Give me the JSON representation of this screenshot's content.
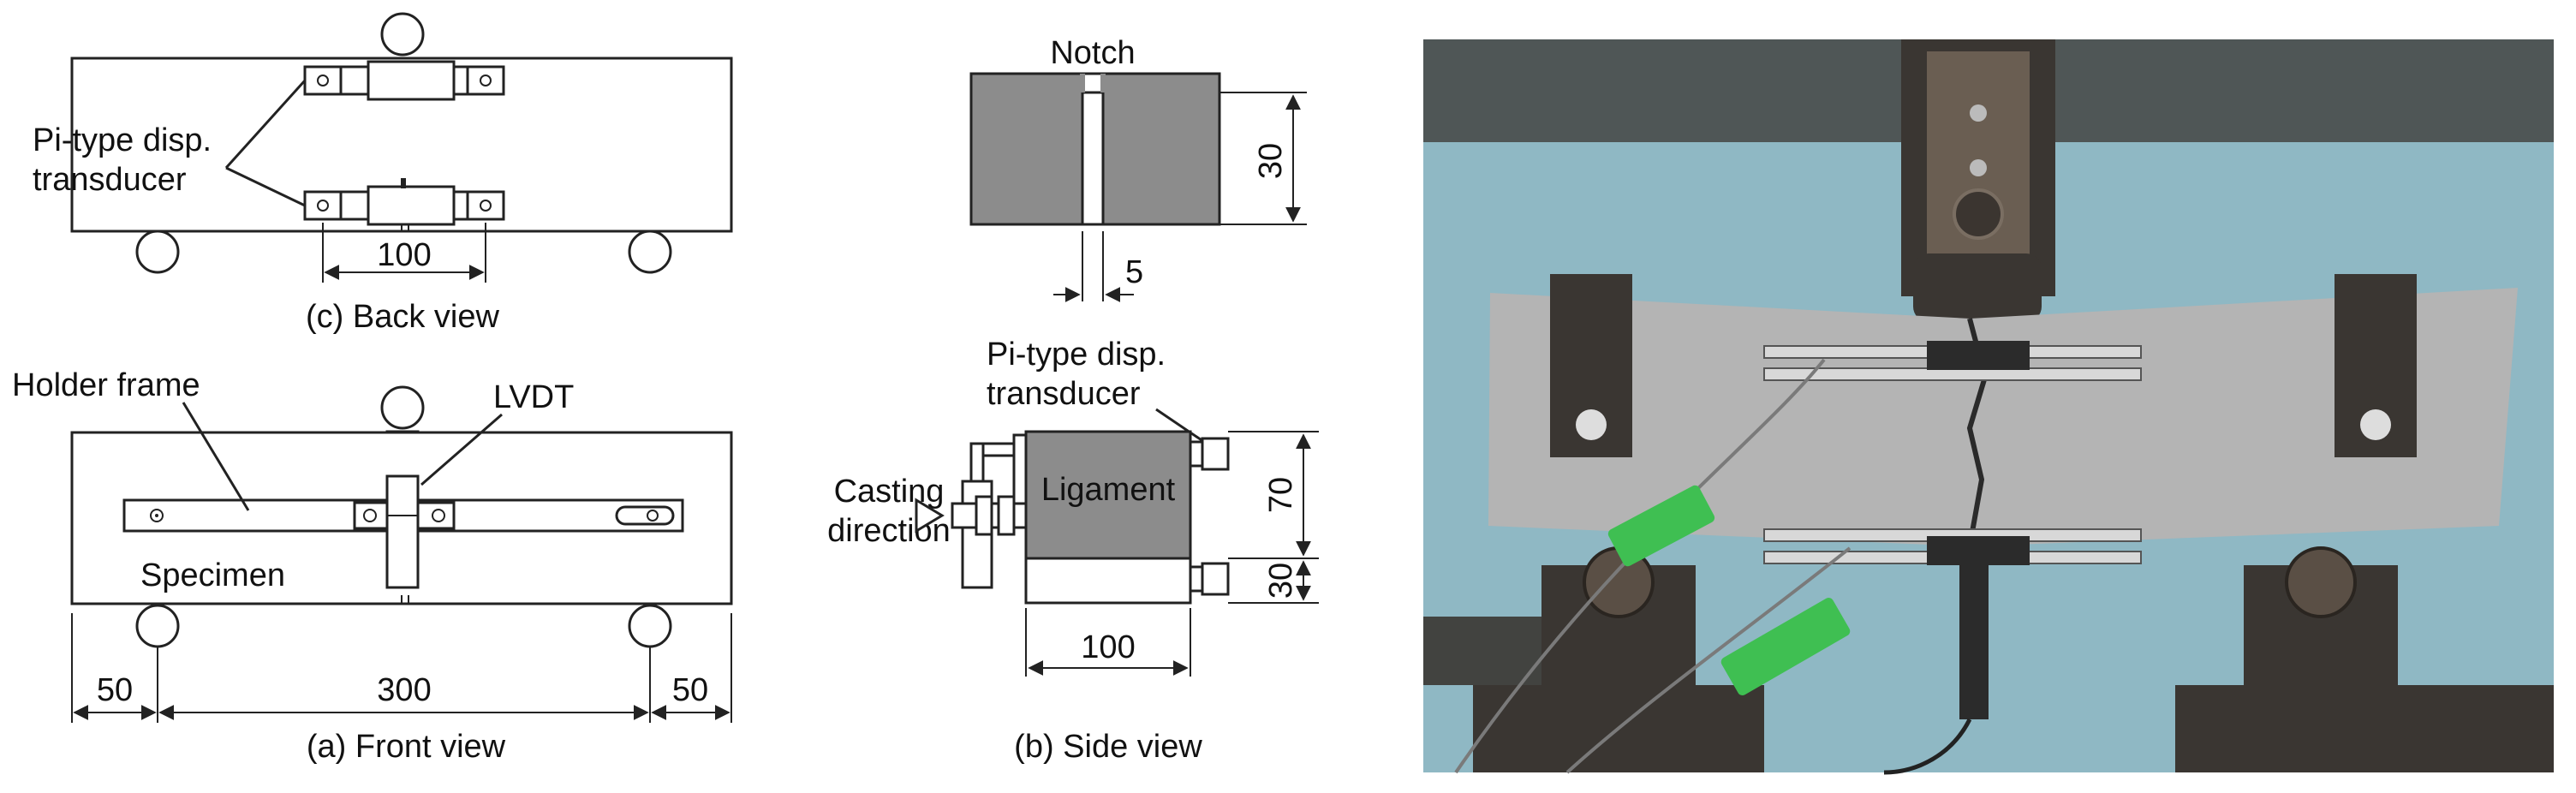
{
  "back_view": {
    "caption": "(c) Back view",
    "transducer_label_line1": "Pi-type disp.",
    "transducer_label_line2": "transducer",
    "dim_gauge": "100"
  },
  "front_view": {
    "caption": "(a) Front view",
    "holder_label": "Holder frame",
    "lvdt_label": "LVDT",
    "specimen_label": "Specimen",
    "dim_left": "50",
    "dim_span": "300",
    "dim_right": "50"
  },
  "notch_view": {
    "title": "Notch",
    "dim_depth": "30",
    "dim_width": "5"
  },
  "side_view": {
    "caption": "(b) Side view",
    "transducer_label_line1": "Pi-type disp.",
    "transducer_label_line2": "transducer",
    "casting_line1": "Casting",
    "casting_line2": "direction",
    "ligament_label": "Ligament",
    "dim_ligament": "70",
    "dim_notch": "30",
    "dim_width": "100"
  },
  "photo": {
    "background_color": "#8fb8c4",
    "specimen_color": "#b4b4b4",
    "steel_color": "#3a3632",
    "tape_color": "#3fbf52"
  }
}
